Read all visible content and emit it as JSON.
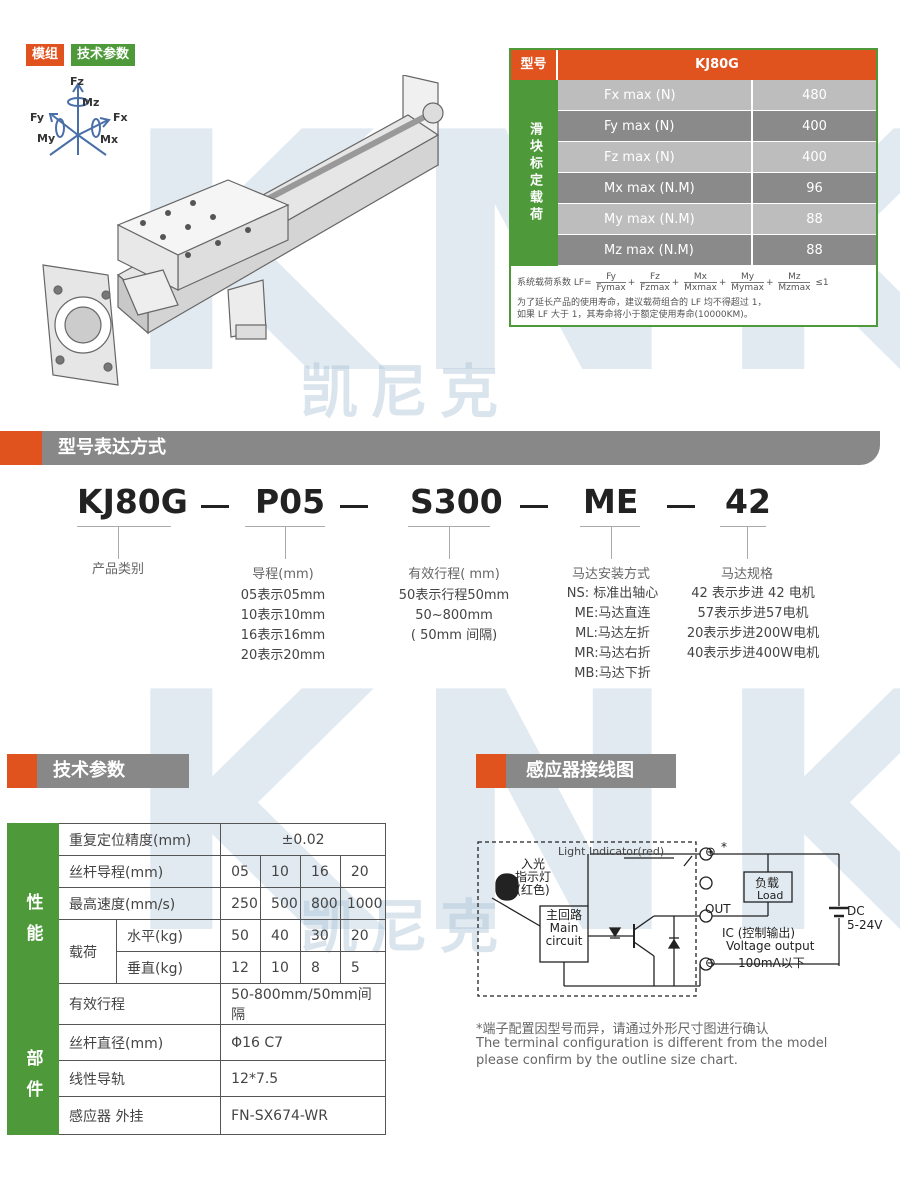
{
  "brand": {
    "watermark_letters": "KNK",
    "watermark_cn": "凯尼克"
  },
  "tags": {
    "module": "模组",
    "params": "技术参数"
  },
  "axes": {
    "fz": "Fz",
    "mz": "Mz",
    "fy": "Fy",
    "fx": "Fx",
    "my": "My",
    "mx": "Mx"
  },
  "load_table": {
    "header_label": "型号",
    "model": "KJ80G",
    "side_title": "滑块标定载荷",
    "rows": [
      {
        "label": "Fx max (N)",
        "value": "480"
      },
      {
        "label": "Fy max (N)",
        "value": "400"
      },
      {
        "label": "Fz max (N)",
        "value": "400"
      },
      {
        "label": "Mx max (N.M)",
        "value": "96"
      },
      {
        "label": "My max (N.M)",
        "value": "88"
      },
      {
        "label": "Mz max (N.M)",
        "value": "88"
      }
    ],
    "formula_prefix": "系统载荷系数 LF=",
    "formula_terms": [
      {
        "num": "Fy",
        "den": "Fymax"
      },
      {
        "num": "Fz",
        "den": "Fzmax"
      },
      {
        "num": "Mx",
        "den": "Mxmax"
      },
      {
        "num": "My",
        "den": "Mymax"
      },
      {
        "num": "Mz",
        "den": "Mzmax"
      }
    ],
    "formula_plus": "+",
    "formula_suffix": "≤1",
    "note1": "为了延长产品的使用寿命，建议载荷组合的 LF 均不得超过 1，",
    "note2": "如果 LF 大于 1，其寿命将小于额定使用寿命(10000KM)。"
  },
  "model_section": {
    "title": "型号表达方式"
  },
  "model_code": {
    "parts": [
      "KJ80G",
      "P05",
      "S300",
      "ME",
      "42"
    ],
    "labels": [
      "产品类别",
      "导程(mm)",
      "有效行程( mm)",
      "马达安装方式",
      "马达规格"
    ],
    "lead_desc": [
      "05表示05mm",
      "10表示10mm",
      "16表示16mm",
      "20表示20mm"
    ],
    "stroke_desc": [
      "50表示行程50mm",
      "50~800mm",
      "( 50mm 间隔)"
    ],
    "mount_desc": [
      "NS: 标准出轴心",
      "ME:马达直连",
      "ML:马达左折",
      "MR:马达右折",
      "MB:马达下折"
    ],
    "motor_desc": [
      "42 表示步进 42 电机",
      "57表示步进57电机",
      "20表示步进200W电机",
      "40表示步进400W电机"
    ]
  },
  "spec_section": {
    "title": "技术参数"
  },
  "sensor_section": {
    "title": "感应器接线图"
  },
  "spec_table": {
    "side_perf": "性能",
    "side_parts": "部件",
    "repeat_label": "重复定位精度(mm)",
    "repeat_value": "±0.02",
    "lead_label": "丝杆导程(mm)",
    "lead_values": [
      "05",
      "10",
      "16",
      "20"
    ],
    "speed_label": "最高速度(mm/s)",
    "speed_values": [
      "250",
      "500",
      "800",
      "1000"
    ],
    "load_label": "载荷",
    "horiz_label": "水平(kg)",
    "horiz_values": [
      "50",
      "40",
      "30",
      "20"
    ],
    "vert_label": "垂直(kg)",
    "vert_values": [
      "12",
      "10",
      "8",
      "5"
    ],
    "stroke_label": "有效行程",
    "stroke_value": "50-800mm/50mm间隔",
    "screw_label": "丝杆直径(mm)",
    "screw_value": "Φ16 C7",
    "rail_label": "线性导轨",
    "rail_value": "12*7.5",
    "sensor_label": "感应器 外挂",
    "sensor_value": "FN-SX674-WR"
  },
  "wiring": {
    "light_indicator": "Light Indicator(red)",
    "in_light_1": "入光",
    "in_light_2": "指示灯",
    "in_light_3": "(红色)",
    "main_cn": "主回路",
    "main_en_1": "Main",
    "main_en_2": "circuit",
    "load_cn": "负载",
    "load_en": "Load",
    "out": "OUT",
    "ic_label": "IC (控制输出)",
    "voltage_output": "Voltage output",
    "current": "100mA以下",
    "dc": "DC",
    "dc_range": "5-24V",
    "plus": "⊕",
    "minus": "⊖",
    "star": "*"
  },
  "notes": {
    "line1": "*端子配置因型号而异，请通过外形尺寸图进行确认",
    "line2": "The terminal configuration is different from the model",
    "line3": "please confirm by the outline size chart."
  },
  "colors": {
    "accent": "#e0531f",
    "green": "#4e9a3a",
    "gray": "#888888"
  }
}
